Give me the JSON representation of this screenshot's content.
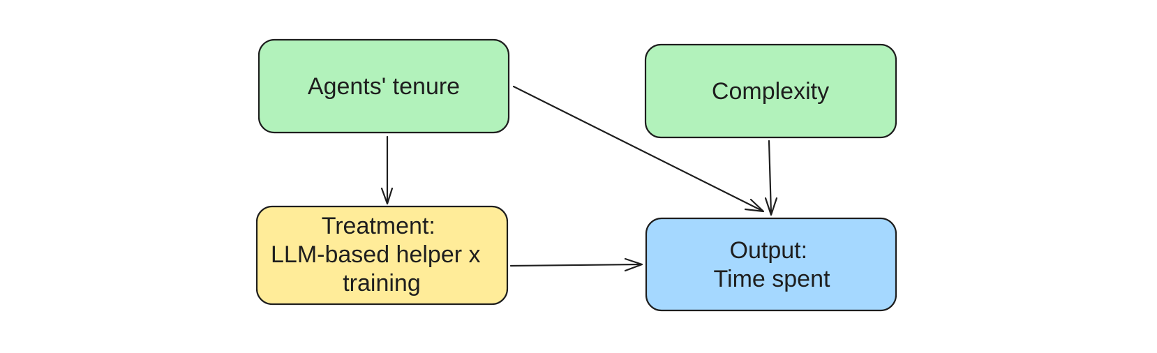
{
  "nodes": {
    "tenure": {
      "lines": [
        "Agents' tenure"
      ],
      "fill": "#b2f2bb"
    },
    "complexity": {
      "lines": [
        "Complexity"
      ],
      "fill": "#b2f2bb"
    },
    "treatment": {
      "lines": [
        "Treatment:",
        "LLM-based helper x",
        "training"
      ],
      "fill": "#ffec99"
    },
    "output": {
      "lines": [
        "Output:",
        "Time spent"
      ],
      "fill": "#a5d8ff"
    }
  },
  "edges": [
    {
      "from": "tenure",
      "to": "treatment"
    },
    {
      "from": "tenure",
      "to": "output"
    },
    {
      "from": "complexity",
      "to": "output"
    },
    {
      "from": "treatment",
      "to": "output"
    }
  ]
}
